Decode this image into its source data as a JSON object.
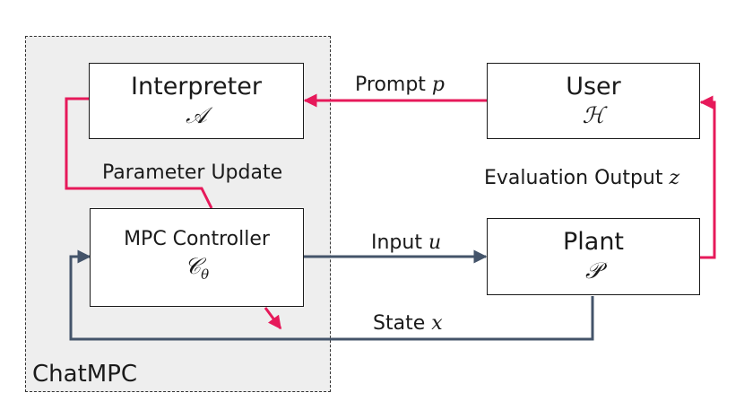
{
  "group": {
    "label": "ChatMPC"
  },
  "blocks": {
    "interpreter": {
      "title": "Interpreter",
      "symbol": "𝒜"
    },
    "user": {
      "title": "User",
      "symbol": "ℋ"
    },
    "controller": {
      "title": "MPC Controller",
      "symbol": "𝒞",
      "subscript": "θ"
    },
    "plant": {
      "title": "Plant",
      "symbol": "𝒫"
    }
  },
  "signals": {
    "prompt": {
      "text": "Prompt ",
      "var": "p"
    },
    "evaluation": {
      "text": "Evaluation Output ",
      "var": "z"
    },
    "parameter_update": {
      "text": "Parameter Update"
    },
    "input": {
      "text": "Input ",
      "var": "u"
    },
    "state": {
      "text": "State ",
      "var": "x"
    }
  },
  "colors": {
    "feedback_arrow": "#e6195a",
    "signal_arrow": "#44546a",
    "group_fill": "#eeeeee",
    "border": "#1a1a1a"
  }
}
